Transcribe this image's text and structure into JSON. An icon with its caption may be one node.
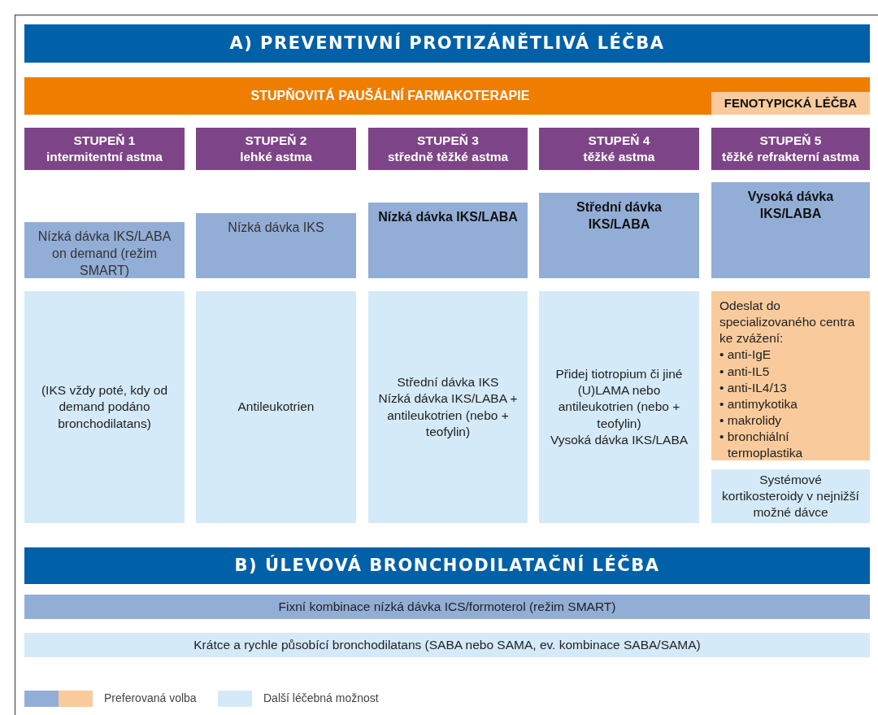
{
  "diagram": {
    "nodes": [
      {
        "text": [
          "A) PREVENTIVNÍ PROTIZÁNĚTLIVÁ LÉČBA"
        ]
      },
      {
        "text": [
          "STUPŇOVITÁ PAUŠÁLNÍ FARMAKOTERAPIE"
        ]
      },
      {
        "text": [
          "FENOTYPICKÁ LÉČBA"
        ],
        "in": 1
      },
      {
        "text": [
          "STUPEŇ 1",
          "intermitentní astma"
        ]
      },
      {
        "text": [
          "STUPEŇ 2",
          "lehké astma"
        ]
      },
      {
        "text": [
          "STUPEŇ 3",
          "středně těžké astma"
        ]
      },
      {
        "text": [
          "STUPEŇ 4",
          "těžké astma"
        ]
      },
      {
        "text": [
          "STUPEŇ 5",
          "těžké refrakterní astma"
        ]
      },
      {
        "text": [
          "Nízká dávka IKS/LABA on demand (režim SMART)"
        ]
      },
      {
        "text": [
          "Nízká dávka IKS"
        ]
      },
      {
        "text": [
          "Nízká dávka IKS/LABA"
        ]
      },
      {
        "text": [
          "Střední dávka IKS/LABA"
        ]
      },
      {
        "text": [
          "Vysoká dávka IKS/LABA"
        ]
      },
      {
        "text": [
          "(IKS vždy poté, kdy od demand podáno bronchodilatans)"
        ]
      },
      {
        "text": [
          "Antileukotrien"
        ]
      },
      {
        "text": [
          "Střední dávka IKS",
          "Nízká dávka IKS/LABA + antileukotrien (nebo + teofylin)"
        ]
      },
      {
        "text": [
          "Přidej tiotropium či jiné (U)LAMA nebo antileukotrien (nebo + teofylin)",
          "Vysoká dávka IKS/LABA"
        ]
      },
      {
        "text": [
          "Odeslat do specializovaného centra ke zvážení:",
          "• anti-IgE",
          "• anti-IL5",
          "• anti-IL4/13",
          "• antimykotika",
          "• makrolidy",
          "• bronchiální termoplastika"
        ]
      },
      {
        "text": [
          "Systémové kortikosteroidy v nejnižší možné dávce"
        ]
      },
      {
        "text": [
          "B) ÚLEVOVÁ BRONCHODILATAČNÍ LÉČBA"
        ]
      },
      {
        "text": [
          "Fixní kombinace nízká dávka ICS/formoterol (režim SMART)"
        ]
      },
      {
        "text": [
          "Krátce a rychle působící bronchodilatans (SABA nebo SAMA, ev. kombinace SABA/SAMA)"
        ]
      }
    ],
    "legend": [
      {
        "text": "Preferovaná volba",
        "color": "#93aed6"
      },
      {
        "text": "Další léčebná možnost",
        "color": "#d4eaf8"
      }
    ]
  }
}
